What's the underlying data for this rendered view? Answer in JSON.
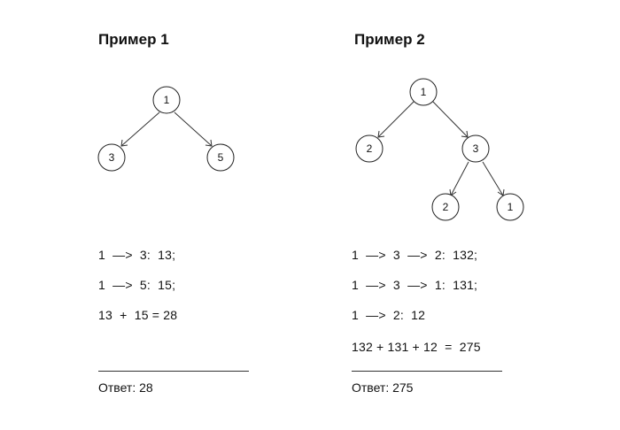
{
  "examples": [
    {
      "title": "Пример 1",
      "nodes": [
        "1",
        "3",
        "5"
      ],
      "paths": [
        "1  —>  3:  13;",
        "1  —>  5:  15;",
        "13  +  15 = 28"
      ],
      "answer": "Ответ: 28"
    },
    {
      "title": "Пример 2",
      "nodes": [
        "1",
        "2",
        "3",
        "2",
        "1"
      ],
      "paths": [
        "1  —>  3  —>  2:  132;",
        "1  —>  3  —>  1:  131;",
        "1  —>  2:  12",
        "132 + 131 + 12  =  275"
      ],
      "answer": "Ответ: 275"
    }
  ]
}
